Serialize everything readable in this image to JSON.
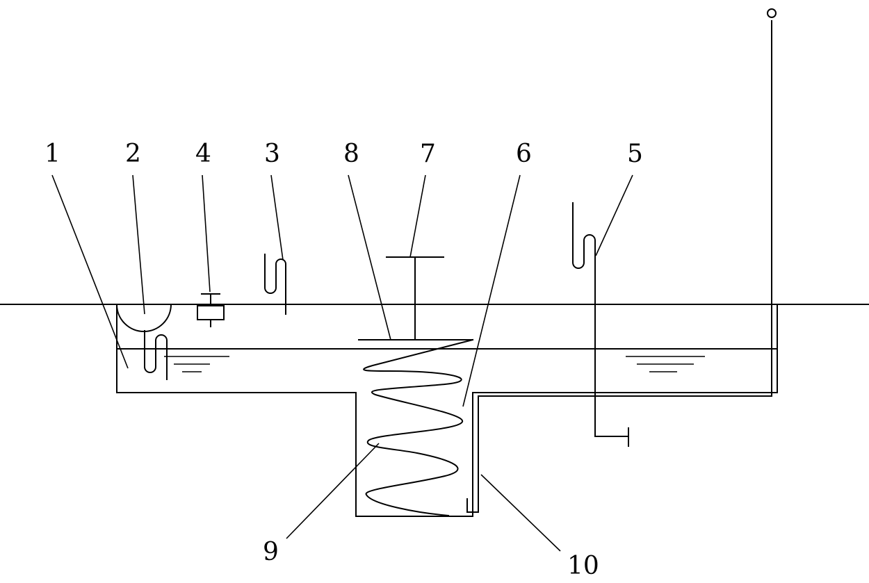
{
  "diagram": {
    "labels": {
      "n1": "1",
      "n2": "2",
      "n4": "4",
      "n3": "3",
      "n8": "8",
      "n7": "7",
      "n6": "6",
      "n5": "5",
      "n9": "9",
      "n10": "10"
    },
    "colors": {
      "stroke": "#000000",
      "background": "#ffffff"
    }
  }
}
